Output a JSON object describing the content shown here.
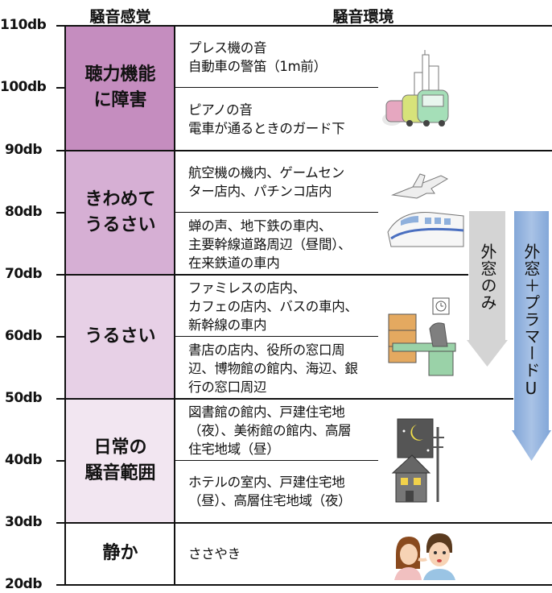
{
  "headers": {
    "left": "騒音感覚",
    "right": "騒音環境"
  },
  "db_labels": [
    "110db",
    "100db",
    "90db",
    "80db",
    "70db",
    "60db",
    "50db",
    "40db",
    "30db",
    "20db"
  ],
  "categories": [
    {
      "label": "聴力機能\nに障害",
      "color": "#c58dbf"
    },
    {
      "label": "きわめて\nうるさい",
      "color": "#d6afd4"
    },
    {
      "label": "うるさい",
      "color": "#e7d0e6"
    },
    {
      "label": "日常の\n騒音範囲",
      "color": "#f2e6f1"
    },
    {
      "label": "静か",
      "color": "#ffffff"
    }
  ],
  "environments": [
    "プレス機の音\n自動車の警笛（1m前）",
    "ピアノの音\n電車が通るときのガード下",
    "航空機の機内、ゲームセン\nター店内、パチンコ店内",
    "蝉の声、地下鉄の車内、\n主要幹線道路周辺（昼間）、\n在来鉄道の車内",
    "ファミレスの店内、\nカフェの店内、バスの車内、\n新幹線の車内",
    "書店の店内、役所の窓口周\n辺、博物館の館内、海辺、銀\n行の窓口周辺",
    "図書館の館内、戸建住宅地\n（夜）、美術館の館内、高層\n住宅地域（昼）",
    "ホテルの室内、戸建住宅地\n（昼）、高層住宅地域（夜）",
    "ささやき"
  ],
  "arrows": [
    {
      "label": "外窓のみ",
      "color": "#d4d4d4"
    },
    {
      "label": "外窓＋プラマードU",
      "color": "#8fb0dc"
    }
  ],
  "icons": [
    "city-cars-icon",
    "airplane-train-icon",
    "office-desk-icon",
    "night-houses-icon",
    "whispering-people-icon"
  ]
}
